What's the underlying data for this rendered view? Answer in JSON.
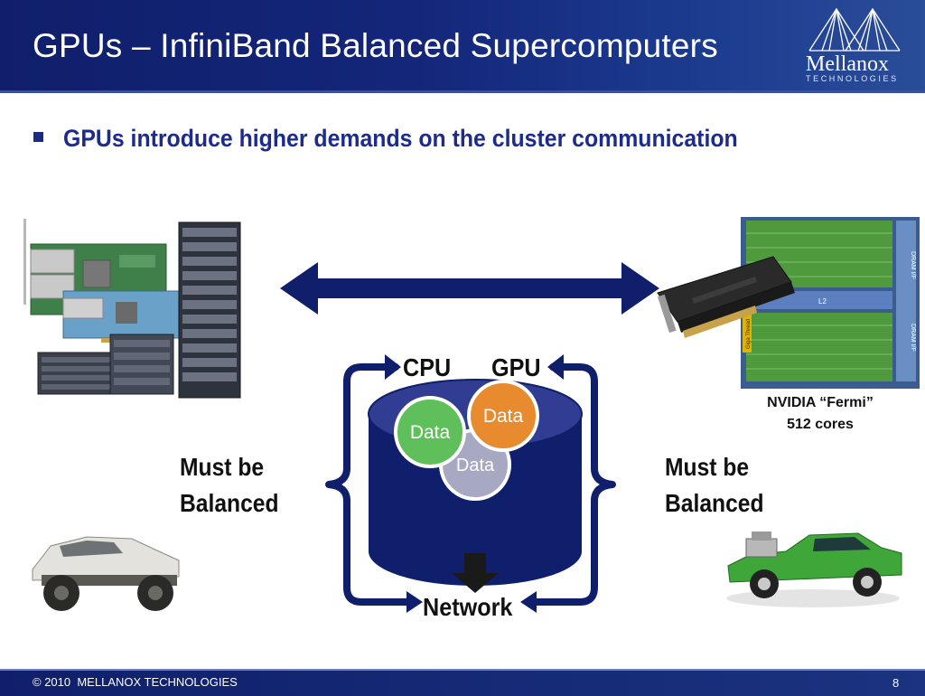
{
  "slide": {
    "title": "GPUs – InfiniBand Balanced Supercomputers",
    "bullet": "GPUs introduce higher demands on the cluster communication",
    "diagram": {
      "cpu": "CPU",
      "gpu": "GPU",
      "network": "Network",
      "data_labels": [
        "Data",
        "Data",
        "Data"
      ],
      "balanced_left": [
        "Must be",
        "Balanced"
      ],
      "balanced_right": [
        "Must be",
        "Balanced"
      ],
      "gpu_caption": [
        "NVIDIA “Fermi”",
        "512 cores"
      ],
      "chip_label": "L2",
      "dram_label": "DRAM I/F",
      "gigathread_label": "Giga Thread"
    },
    "footer": {
      "copyright": "© 2010  MELLANOX TECHNOLOGIES",
      "page": "8"
    }
  },
  "brand": {
    "name": "Mellanox",
    "tagline": "TECHNOLOGIES",
    "colors": {
      "header": "#14267a",
      "headline": "#1d2c8c",
      "cylinder": "#0f1f6b",
      "green": "#5fbf5a",
      "orange": "#e88a2e",
      "gray": "#a7a9c2"
    }
  }
}
